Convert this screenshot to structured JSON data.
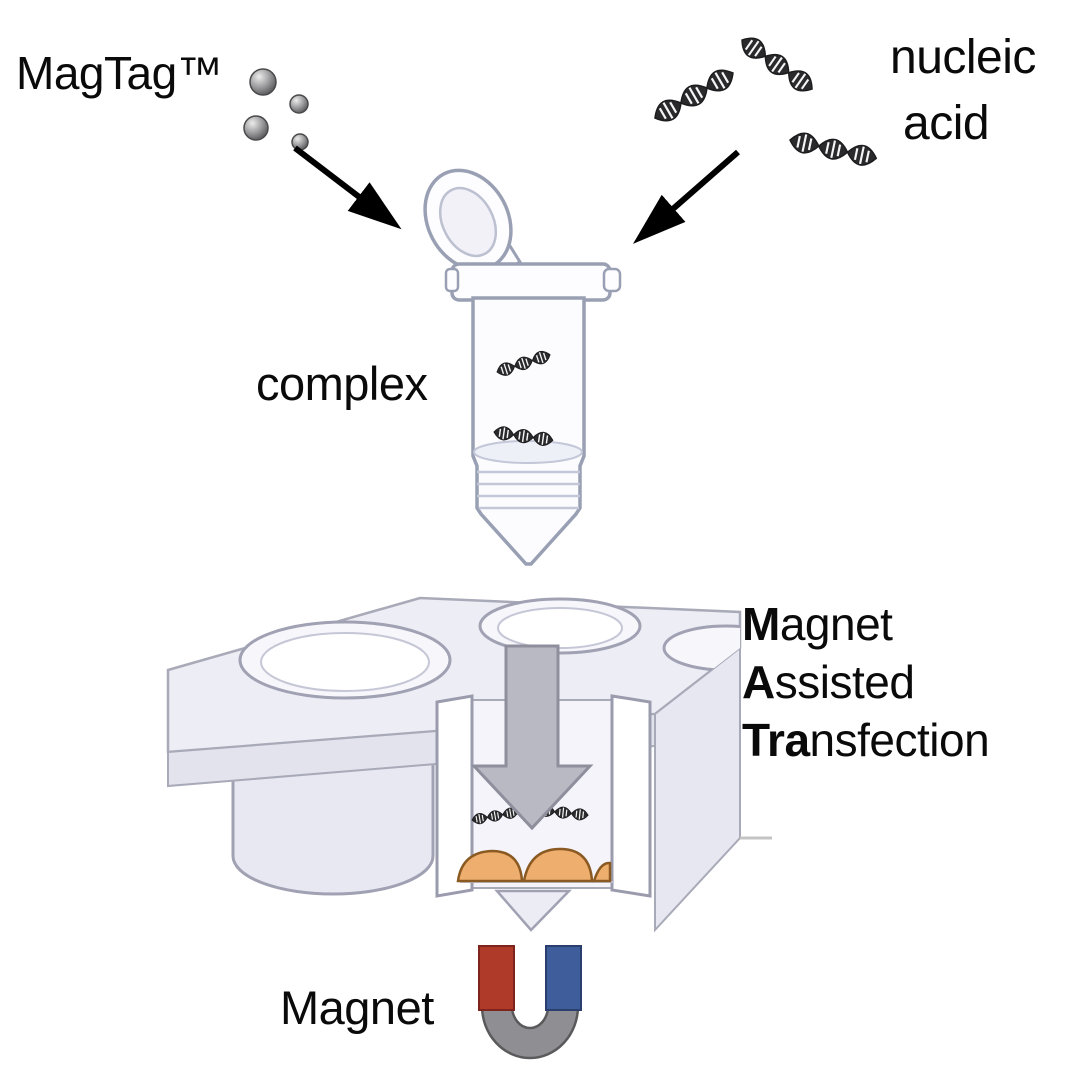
{
  "labels": {
    "magtag": "MagTag™",
    "nucleic_line1": "nucleic",
    "nucleic_line2": "acid",
    "complex": "complex",
    "magnet": "Magnet"
  },
  "title": {
    "lines": [
      {
        "bold": "M",
        "rest": "agnet"
      },
      {
        "bold": "A",
        "rest": "ssisted"
      },
      {
        "bold": "Tra",
        "rest": "nsfection"
      }
    ]
  },
  "icons": {
    "beads": "magnetic-bead-icons",
    "dna": "dna-helix-icon",
    "tube": "microcentrifuge-tube-icon",
    "plate": "well-plate-cutaway-icon",
    "magnet": "horseshoe-magnet-icon"
  },
  "colors": {
    "magnet_red": "#b03a2a",
    "magnet_blue": "#3f5d9b",
    "magnet_gray": "#8f8f93",
    "cell_orange": "#eeae6e",
    "cell_outline": "#8a5a22",
    "arrow_gray": "#b9b9c3",
    "dna_dark": "#2a2a2c"
  }
}
